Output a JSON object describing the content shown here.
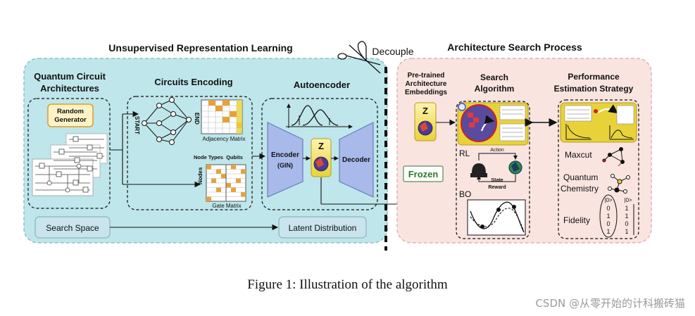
{
  "colors": {
    "left_panel": "#bfe6ea",
    "right_panel": "#f9e4e0",
    "highlight": "#e8d23a",
    "autoencoder": "#a9b9ea",
    "frozen": "#2c7a2c"
  },
  "left": {
    "title": "Unsupervised Representation Learning",
    "qca": {
      "title_line1": "Quantum Circuit",
      "title_line2": "Architectures",
      "generator_line1": "Random",
      "generator_line2": "Generator"
    },
    "encoding": {
      "title": "Circuits Encoding",
      "start": "START",
      "end": "END",
      "adjacency_matrix": "Adjacency Matrix",
      "node_types": "Node Types",
      "qubits": "Qubits",
      "nodes": "Nodes",
      "gate_matrix": "Gate Matrix"
    },
    "autoencoder": {
      "title": "Autoencoder",
      "encoder": "Encoder",
      "gin": "(GIN)",
      "z": "Z",
      "decoder": "Decoder"
    },
    "search_space": "Search Space",
    "latent_distribution": "Latent Distribution"
  },
  "decouple": "Decouple",
  "right": {
    "title": "Architecture Search Process",
    "pretrained": {
      "line1": "Pre-trained",
      "line2": "Architecture",
      "line3": "Embeddings",
      "z": "Z"
    },
    "frozen": "Frozen",
    "search": {
      "title_line1": "Search",
      "title_line2": "Algorithm",
      "rl": "RL",
      "action": "Action",
      "state": "State",
      "reward": "Reward",
      "bo": "BO"
    },
    "performance": {
      "title_line1": "Performance",
      "title_line2": "Estimation Strategy",
      "maxcut": "Maxcut",
      "quantum": "Quantum",
      "chemistry": "Chemistry",
      "fidelity": "Fidelity",
      "ket0": "|0>",
      "bits": [
        "0",
        "1",
        "0",
        "1"
      ],
      "bits2": [
        "1",
        "1",
        "0",
        "1"
      ]
    }
  },
  "caption": "Figure 1: Illustration of the algorithm",
  "watermark": "CSDN @从零开始的计科搬砖猫"
}
